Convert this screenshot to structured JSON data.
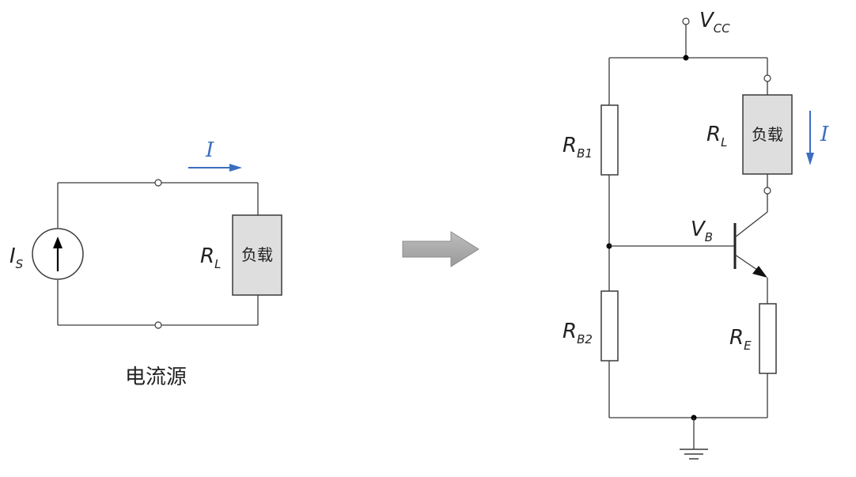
{
  "left_circuit": {
    "source": {
      "label": "I",
      "sub": "S"
    },
    "load": {
      "label": "R",
      "sub": "L",
      "text": "负载"
    },
    "current": {
      "label": "I"
    },
    "caption": "电流源"
  },
  "right_circuit": {
    "supply": {
      "label": "V",
      "sub": "CC"
    },
    "rb1": {
      "label": "R",
      "sub": "B1"
    },
    "rb2": {
      "label": "R",
      "sub": "B2"
    },
    "load": {
      "label": "R",
      "sub": "L",
      "text": "负载"
    },
    "current": {
      "label": "I"
    },
    "base": {
      "label": "V",
      "sub": "B"
    },
    "re": {
      "label": "R",
      "sub": "E"
    }
  },
  "colors": {
    "current_arrow": "#3b6ec2",
    "transform_arrow": "#a8a8a8",
    "load_fill": "#dedede"
  }
}
